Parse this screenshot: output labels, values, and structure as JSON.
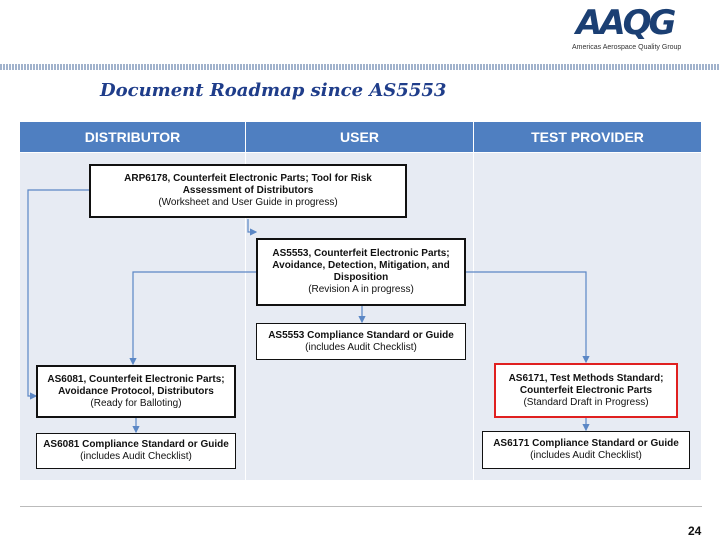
{
  "logo": {
    "mark": "AAQG",
    "tagline": "Americas Aerospace Quality Group"
  },
  "title": "Document Roadmap since AS5553",
  "columns": [
    "DISTRIBUTOR",
    "USER",
    "TEST PROVIDER"
  ],
  "boxes": {
    "arp6178": {
      "title": "ARP6178, Counterfeit Electronic Parts; Tool for Risk Assessment of Distributors",
      "status": "(Worksheet and User Guide in progress)"
    },
    "as5553": {
      "title": "AS5553, Counterfeit Electronic Parts; Avoidance, Detection, Mitigation, and Disposition",
      "status": "(Revision A in progress)"
    },
    "as5553c": {
      "title": "AS5553 Compliance Standard or Guide",
      "status": "(includes Audit Checklist)"
    },
    "as6081": {
      "title": "AS6081, Counterfeit Electronic Parts; Avoidance Protocol, Distributors",
      "status": "(Ready for Balloting)"
    },
    "as6081c": {
      "title": "AS6081 Compliance Standard or Guide",
      "status": "(includes Audit Checklist)"
    },
    "as6171": {
      "title": "AS6171, Test Methods Standard; Counterfeit Electronic Parts",
      "status": "(Standard Draft in Progress)"
    },
    "as6171c": {
      "title": "AS6171 Compliance Standard or Guide",
      "status": "(includes Audit Checklist)"
    }
  },
  "page_number": "24",
  "colors": {
    "header": "#4f7fc1",
    "column_bg": "#e7ebf3",
    "highlight": "#e02020",
    "title": "#1f3d8a"
  }
}
